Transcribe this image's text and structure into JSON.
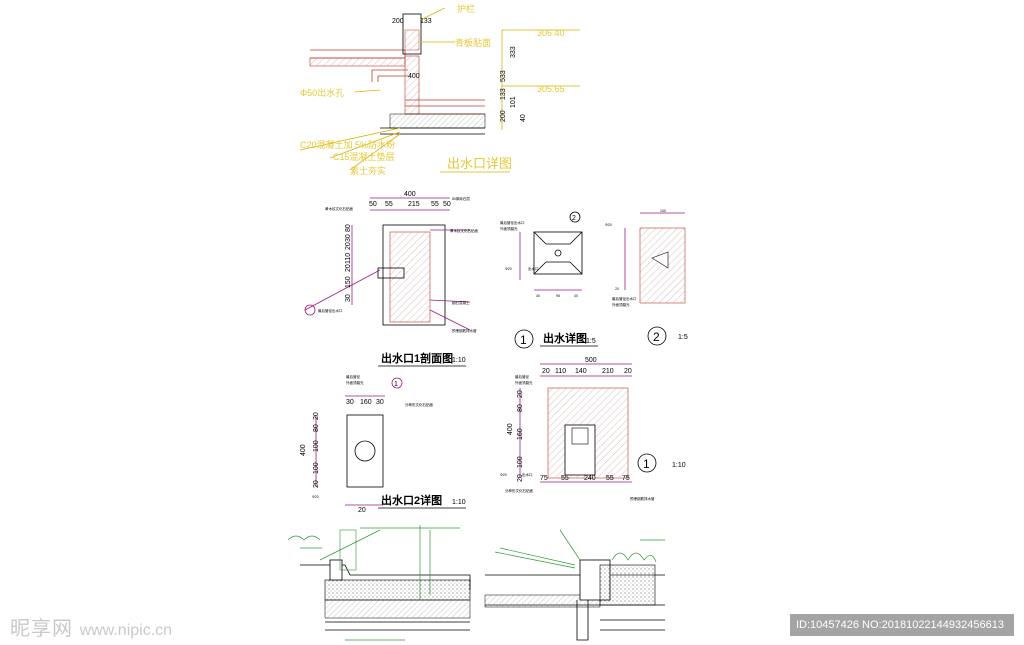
{
  "top_detail": {
    "title": "出水口详图",
    "dims": [
      "200",
      "133",
      "400",
      "333",
      "533",
      "133",
      "200",
      "101",
      "40"
    ],
    "levels": [
      "306.40",
      "305.65"
    ],
    "labels": [
      "护栏",
      "青板贴面",
      "Φ50出水孔",
      "C20混凝土加 5%防水粉",
      "C15混凝土垫层",
      "素土夯实"
    ]
  },
  "section1": {
    "title": "出水口1剖面图",
    "scale": "1:10",
    "dims_top": [
      "400",
      "50",
      "55",
      "215",
      "55",
      "50"
    ],
    "dims_left": [
      "80",
      "30",
      "20",
      "110",
      "20",
      "150",
      "30"
    ],
    "notes": [
      "黄木纹文化石贴面",
      "80厚砾石层",
      "黄木纹文化石贴面",
      "细石混凝土",
      "预埋钢筋排水管",
      "最后管径出水口"
    ]
  },
  "detail_a": {
    "circle_label": "1",
    "title": "出水详图",
    "scale": "1:5",
    "callout": "2",
    "notes": [
      "最后管径出水口",
      "外面须磨光",
      "Φ20",
      "出水口"
    ],
    "dims": [
      "40",
      "95",
      "40"
    ]
  },
  "detail_b": {
    "circle_label": "2",
    "scale": "1:5",
    "notes": [
      "Φ20",
      "最后管径出水口",
      "外面须磨光"
    ],
    "dims": [
      "100",
      "20"
    ]
  },
  "section2": {
    "title": "出水口2详图",
    "scale": "1:10",
    "callout": "1",
    "dims_top": [
      "30",
      "160",
      "30"
    ],
    "dims_left": [
      "400",
      "20",
      "80",
      "100",
      "100",
      "20"
    ],
    "notes": [
      "最后管径",
      "外面须磨光",
      "分种形文化石贴面",
      "Φ20",
      "20"
    ]
  },
  "section3": {
    "circle_label": "1",
    "scale": "1:10",
    "dims_top": [
      "500",
      "20",
      "110",
      "140",
      "210",
      "20"
    ],
    "dims_left": [
      "400",
      "20",
      "80",
      "160",
      "100",
      "20"
    ],
    "dims_bottom": [
      "75",
      "55",
      "240",
      "55",
      "75"
    ],
    "notes": [
      "最后管径",
      "外面须磨光",
      "Φ20",
      "出水口",
      "分种形文化石贴面",
      "预埋钢筋排水管"
    ]
  },
  "watermark": {
    "logo": "昵享网",
    "url": "www.nipic.cn",
    "id_text": "ID:10457426 NO:20181022144932456613"
  },
  "colors": {
    "magenta": "#9b1a8a",
    "yellow": "#d8b400",
    "black": "#000000",
    "green": "#2e9a3a"
  }
}
